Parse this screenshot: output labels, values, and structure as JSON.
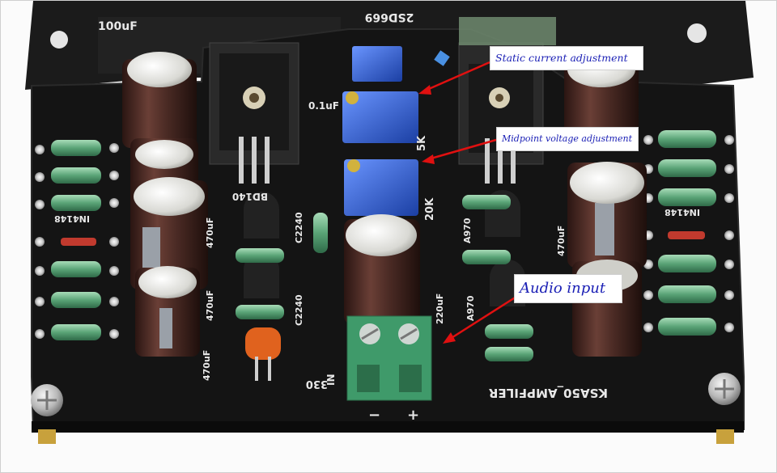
{
  "annotations": {
    "static_current": "Static current adjustment",
    "midpoint_voltage": "Midpoint voltage adjustment",
    "audio_input": "Audio input"
  },
  "silkscreen": {
    "board_name": "KSA50_AMPFILER",
    "top_cap": "100uF",
    "top_transistor": "2SD669",
    "left_transistor": "BD140",
    "cap_01": "0.1uF",
    "pot_5k": "5K",
    "pot_20k": "20K",
    "diode_left": "IN4148",
    "diode_right": "IN4148",
    "c2240_a": "C2240",
    "c2240_b": "C2240",
    "a970_a": "A970",
    "a970_b": "A970",
    "cap_470_a": "470uF",
    "cap_470_b": "470uF",
    "cap_470_c": "470uF",
    "cap_470_d": "470uF",
    "cap_220": "220uF",
    "res_330": "330",
    "in_label": "IN",
    "minus": "−",
    "plus": "+"
  },
  "colors": {
    "board": "#151515",
    "callout_text": "#1a1fb5",
    "arrow": "#e01010",
    "capacitor": "#4a2a24",
    "trimpot": "#2f5fcf",
    "terminal": "#3f9a6a",
    "resistor": "#6fb489"
  }
}
